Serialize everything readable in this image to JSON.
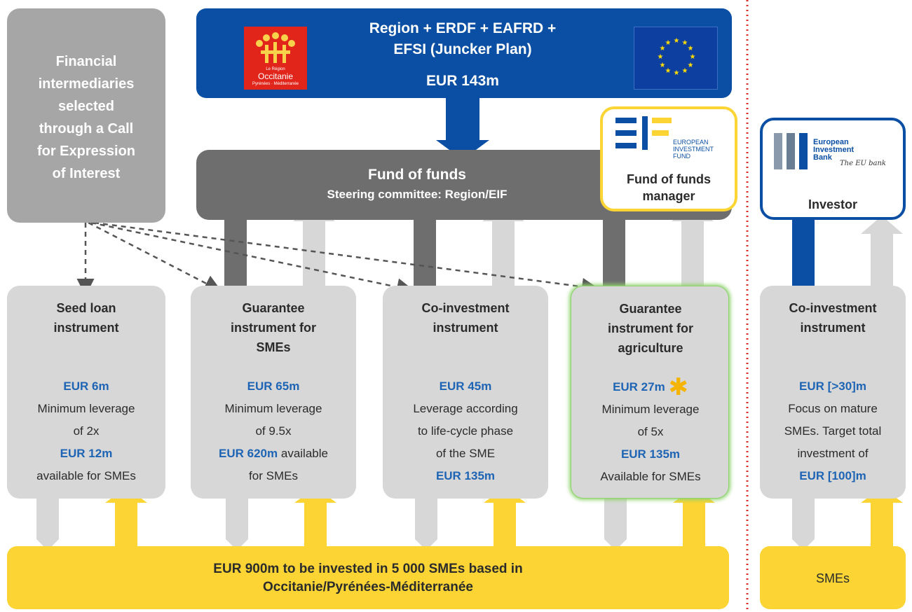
{
  "colors": {
    "top_blue": "#0a4fa3",
    "dark_gray": "#6e6e6e",
    "light_gray": "#d7d7d7",
    "yellow": "#fcd534",
    "blue_text": "#1e64b4",
    "green_glow": "#8fd36f",
    "red_divider": "#d9342b",
    "star_orange": "#f5b400"
  },
  "top_box": {
    "line1": "Region + ERDF + EAFRD +",
    "line2": "EFSI (Juncker Plan)",
    "amount": "EUR 143m",
    "region_logo_text_line1": "Le Région",
    "region_logo_text_line2": "Occitanie",
    "region_logo_text_line3": "Pyrénées · Méditerranée",
    "eu_flag_icon": "eu-flag-icon"
  },
  "intermediaries": {
    "lines": [
      "Financial",
      "intermediaries",
      "selected",
      "through a Call",
      "for Expression",
      "of Interest"
    ]
  },
  "fund_of_funds": {
    "title": "Fund of funds",
    "subtitle": "Steering committee: Region/EIF"
  },
  "eif": {
    "logo_line1": "EUROPEAN",
    "logo_line2": "INVESTMENT",
    "logo_line3": "FUND",
    "label_line1": "Fund of funds",
    "label_line2": "manager"
  },
  "eib": {
    "logo_line1": "European",
    "logo_line2": "Investment",
    "logo_line3": "Bank",
    "tagline": "The EU bank",
    "label": "Investor"
  },
  "instruments": [
    {
      "title": [
        "Seed loan",
        "instrument"
      ],
      "lines": [
        {
          "text": "EUR 6m",
          "blue": true
        },
        {
          "text": "Minimum leverage",
          "blue": false
        },
        {
          "text": "of 2x",
          "blue": false
        },
        {
          "text": "EUR 12m",
          "blue": true
        },
        {
          "text": "available for SMEs",
          "blue": false
        }
      ]
    },
    {
      "title": [
        "Guarantee",
        "instrument for",
        "SMEs"
      ],
      "lines": [
        {
          "text": "EUR 65m",
          "blue": true
        },
        {
          "text": "Minimum leverage",
          "blue": false
        },
        {
          "text": "of 9.5x",
          "blue": false
        },
        {
          "text_blue": "EUR 620m",
          "text_rest": " available",
          "mixed": true
        },
        {
          "text": "for SMEs",
          "blue": false
        }
      ]
    },
    {
      "title": [
        "Co-investment",
        "instrument"
      ],
      "lines": [
        {
          "text": "EUR 45m",
          "blue": true
        },
        {
          "text": "Leverage according",
          "blue": false
        },
        {
          "text": "to life-cycle phase",
          "blue": false
        },
        {
          "text": "of the SME",
          "blue": false
        },
        {
          "text": "EUR 135m",
          "blue": true
        }
      ]
    },
    {
      "title": [
        "Guarantee",
        "instrument for",
        "agriculture"
      ],
      "lines": [
        {
          "text": "EUR 27m",
          "blue": true,
          "star": "✱"
        },
        {
          "text": "Minimum leverage",
          "blue": false
        },
        {
          "text": "of 5x",
          "blue": false
        },
        {
          "text": "EUR 135m",
          "blue": true
        },
        {
          "text": "Available for SMEs",
          "blue": false
        }
      ]
    },
    {
      "title": [
        "Co-investment",
        "instrument"
      ],
      "lines": [
        {
          "text": "EUR [>30]m",
          "blue": true
        },
        {
          "text": "Focus on mature",
          "blue": false
        },
        {
          "text": "SMEs. Target total",
          "blue": false
        },
        {
          "text": "investment of",
          "blue": false
        },
        {
          "text": "EUR [100]m",
          "blue": true
        }
      ]
    }
  ],
  "bottom": {
    "line1": "EUR 900m to be invested in 5 000 SMEs based in",
    "line2": "Occitanie/Pyrénées-Méditerranée",
    "right_label": "SMEs"
  }
}
